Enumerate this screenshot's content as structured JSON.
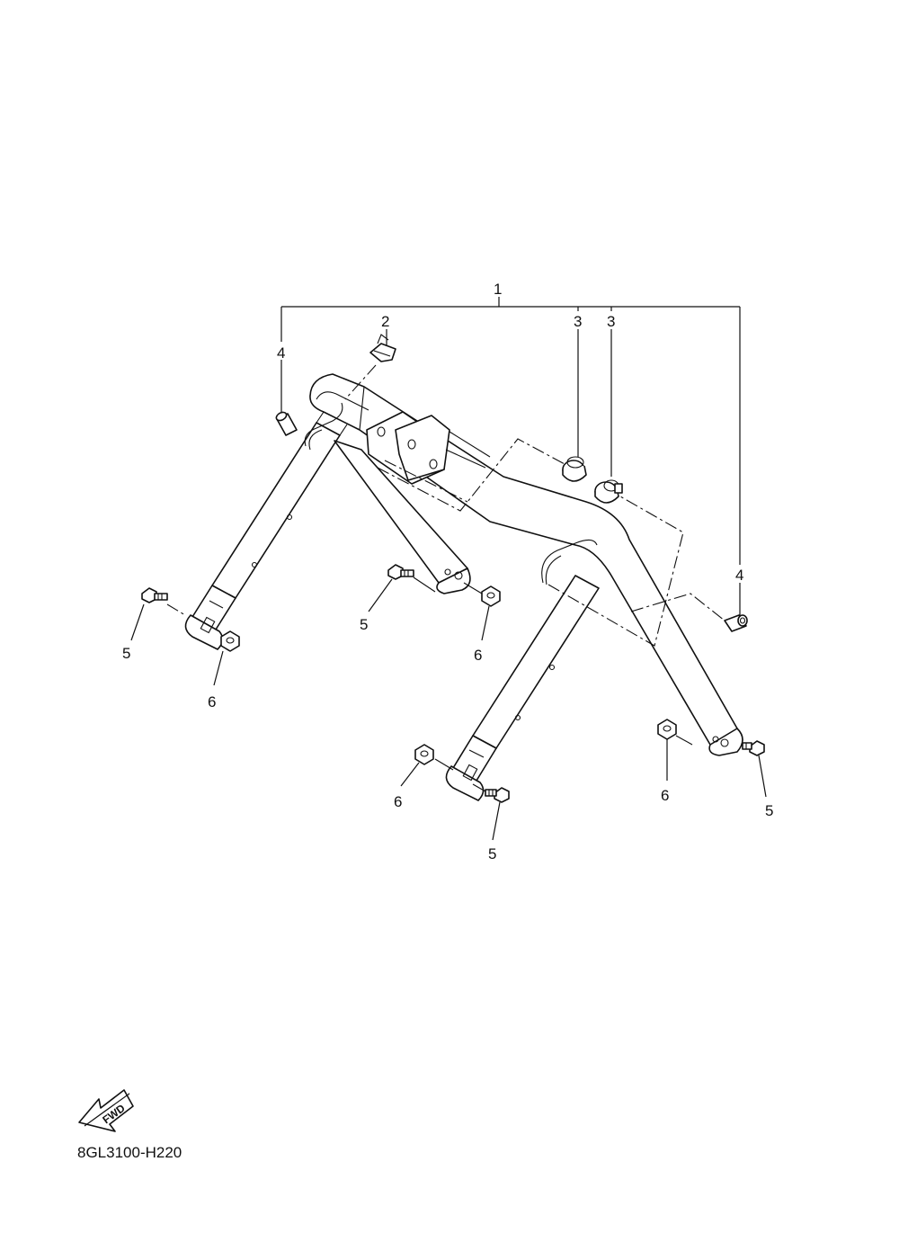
{
  "callouts": {
    "c1": "1",
    "c2": "2",
    "c3a": "3",
    "c3b": "3",
    "c4a": "4",
    "c4b": "4",
    "c5a": "5",
    "c5b": "5",
    "c5c": "5",
    "c5d": "5",
    "c6a": "6",
    "c6b": "6",
    "c6c": "6",
    "c6d": "6"
  },
  "fwd_label": "FWD",
  "part_number": "8GL3100-H220"
}
